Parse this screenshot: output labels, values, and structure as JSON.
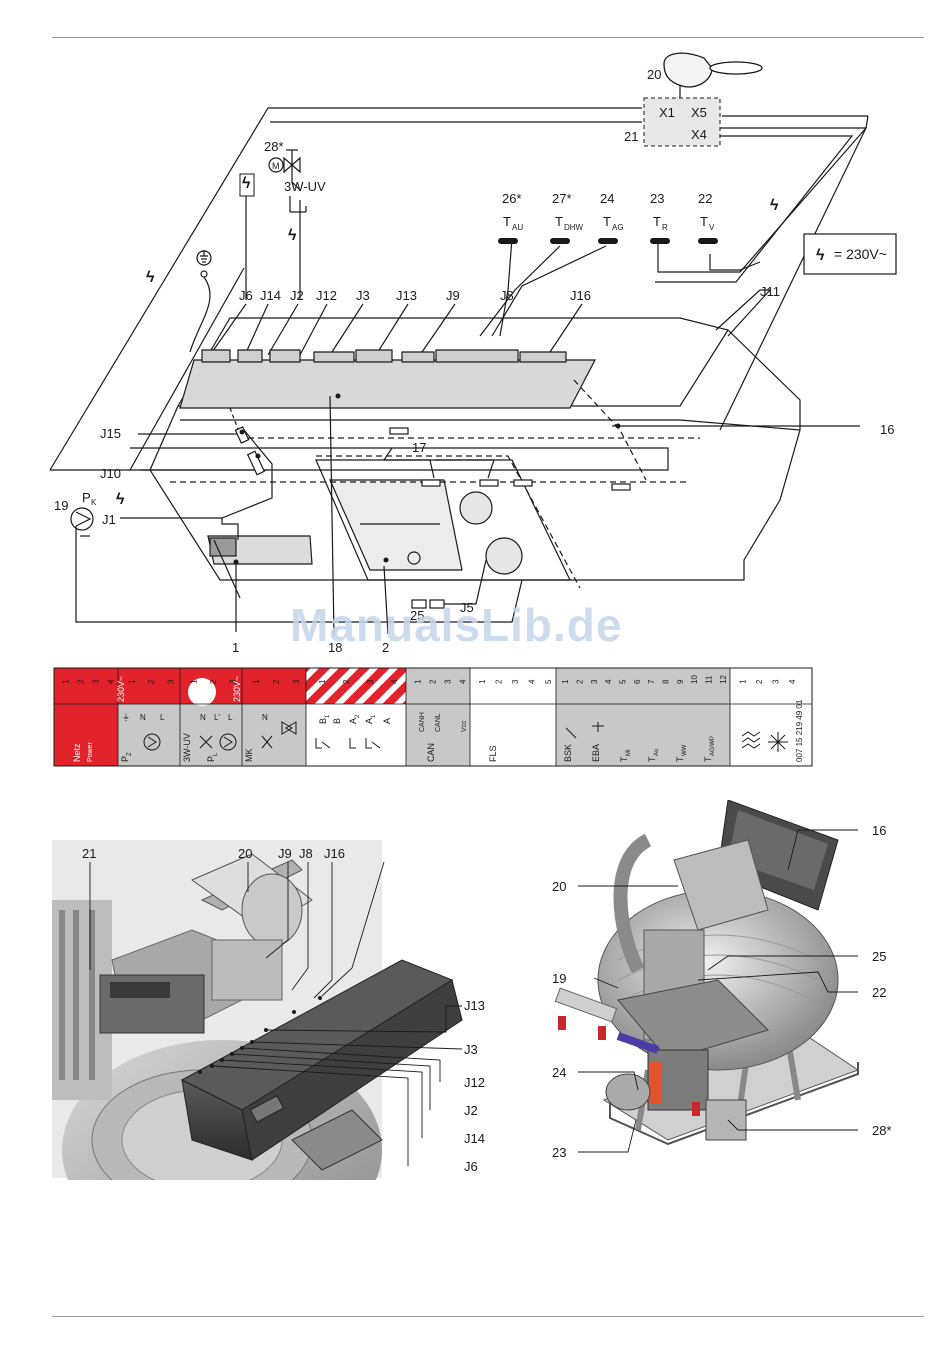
{
  "watermark": "ManualsLib.de",
  "top_diagram": {
    "labels": {
      "n20": "20",
      "n21": "21",
      "n28": "28*",
      "n26": "26*",
      "n27": "27*",
      "n24": "24",
      "n23": "23",
      "n22": "22",
      "n16": "16",
      "n17": "17",
      "n19": "19",
      "n1": "1",
      "n18": "18",
      "n2": "2",
      "n25": "25",
      "j6": "J6",
      "j14": "J14",
      "j2": "J2",
      "j12": "J12",
      "j3": "J3",
      "j13": "J13",
      "j9": "J9",
      "j8": "J8",
      "j16": "J16",
      "j11": "J11",
      "j15": "J15",
      "j10": "J10",
      "j1": "J1",
      "j5": "J5",
      "x1": "X1",
      "x5": "X5",
      "x4": "X4",
      "uv": "3W-UV",
      "motor": "M",
      "pk": "P",
      "pk_sub": "K"
    },
    "sensors": [
      {
        "main": "T",
        "sub": "AU"
      },
      {
        "main": "T",
        "sub": "DHW"
      },
      {
        "main": "T",
        "sub": "AG"
      },
      {
        "main": "T",
        "sub": "R"
      },
      {
        "main": "T",
        "sub": "V"
      }
    ],
    "voltage_legend": "= 230V~"
  },
  "terminal_strip": {
    "pins": {
      "netz": [
        "1",
        "2",
        "3",
        "4"
      ],
      "pz": [
        "1",
        "2",
        "3"
      ],
      "uv": [
        "1",
        "2",
        "3"
      ],
      "mk": [
        "1",
        "2",
        "3"
      ],
      "b": [
        "1",
        "2",
        "3",
        "4"
      ],
      "can": [
        "1",
        "2",
        "3",
        "4"
      ],
      "fls": [
        "1",
        "2",
        "3",
        "4",
        "5"
      ],
      "sens": [
        "1",
        "2",
        "3",
        "4",
        "5",
        "6",
        "7",
        "8",
        "9",
        "10",
        "11",
        "12"
      ],
      "last": [
        "1",
        "2",
        "3",
        "4"
      ]
    },
    "netz_label": "Netz",
    "power_label": "Power",
    "volt1": "230V~",
    "volt2": "230V~",
    "sig_n": "N",
    "sig_l": "L",
    "sig_l1": "L'",
    "sig_ground": "⏚",
    "pz": "P",
    "pz_sub": "Z",
    "uv": "3W-UV",
    "pl": "P",
    "pl_sub": "L",
    "mk": "MK",
    "b1": "B",
    "b1_sub": "1",
    "b": "B",
    "a2": "A",
    "a2_sub": "2",
    "a1": "A",
    "a1_sub": "1",
    "a": "A",
    "canh": "CANH",
    "canl": "CANL",
    "vcc": "Vcc",
    "can": "CAN",
    "fls": "FLS",
    "bsk": "BSK",
    "eba": "EBA",
    "tmi": "T",
    "tmi_sub": "MI",
    "tau": "T",
    "tau_sub": "Au",
    "tww": "T",
    "tww_sub": "WW",
    "tag": "T",
    "tag_sub": "AG/WP",
    "code": "007 15 219 49 01"
  },
  "bottom_left": {
    "labels": [
      "21",
      "20",
      "J9",
      "J8",
      "J16",
      "J13",
      "J3",
      "J12",
      "J2",
      "J14",
      "J6"
    ]
  },
  "bottom_right": {
    "labels": [
      "16",
      "20",
      "25",
      "19",
      "22",
      "24",
      "28*",
      "23"
    ]
  },
  "colors": {
    "red": "#e3232c",
    "grey": "#c8c8c8",
    "line": "#1a1a1a"
  }
}
